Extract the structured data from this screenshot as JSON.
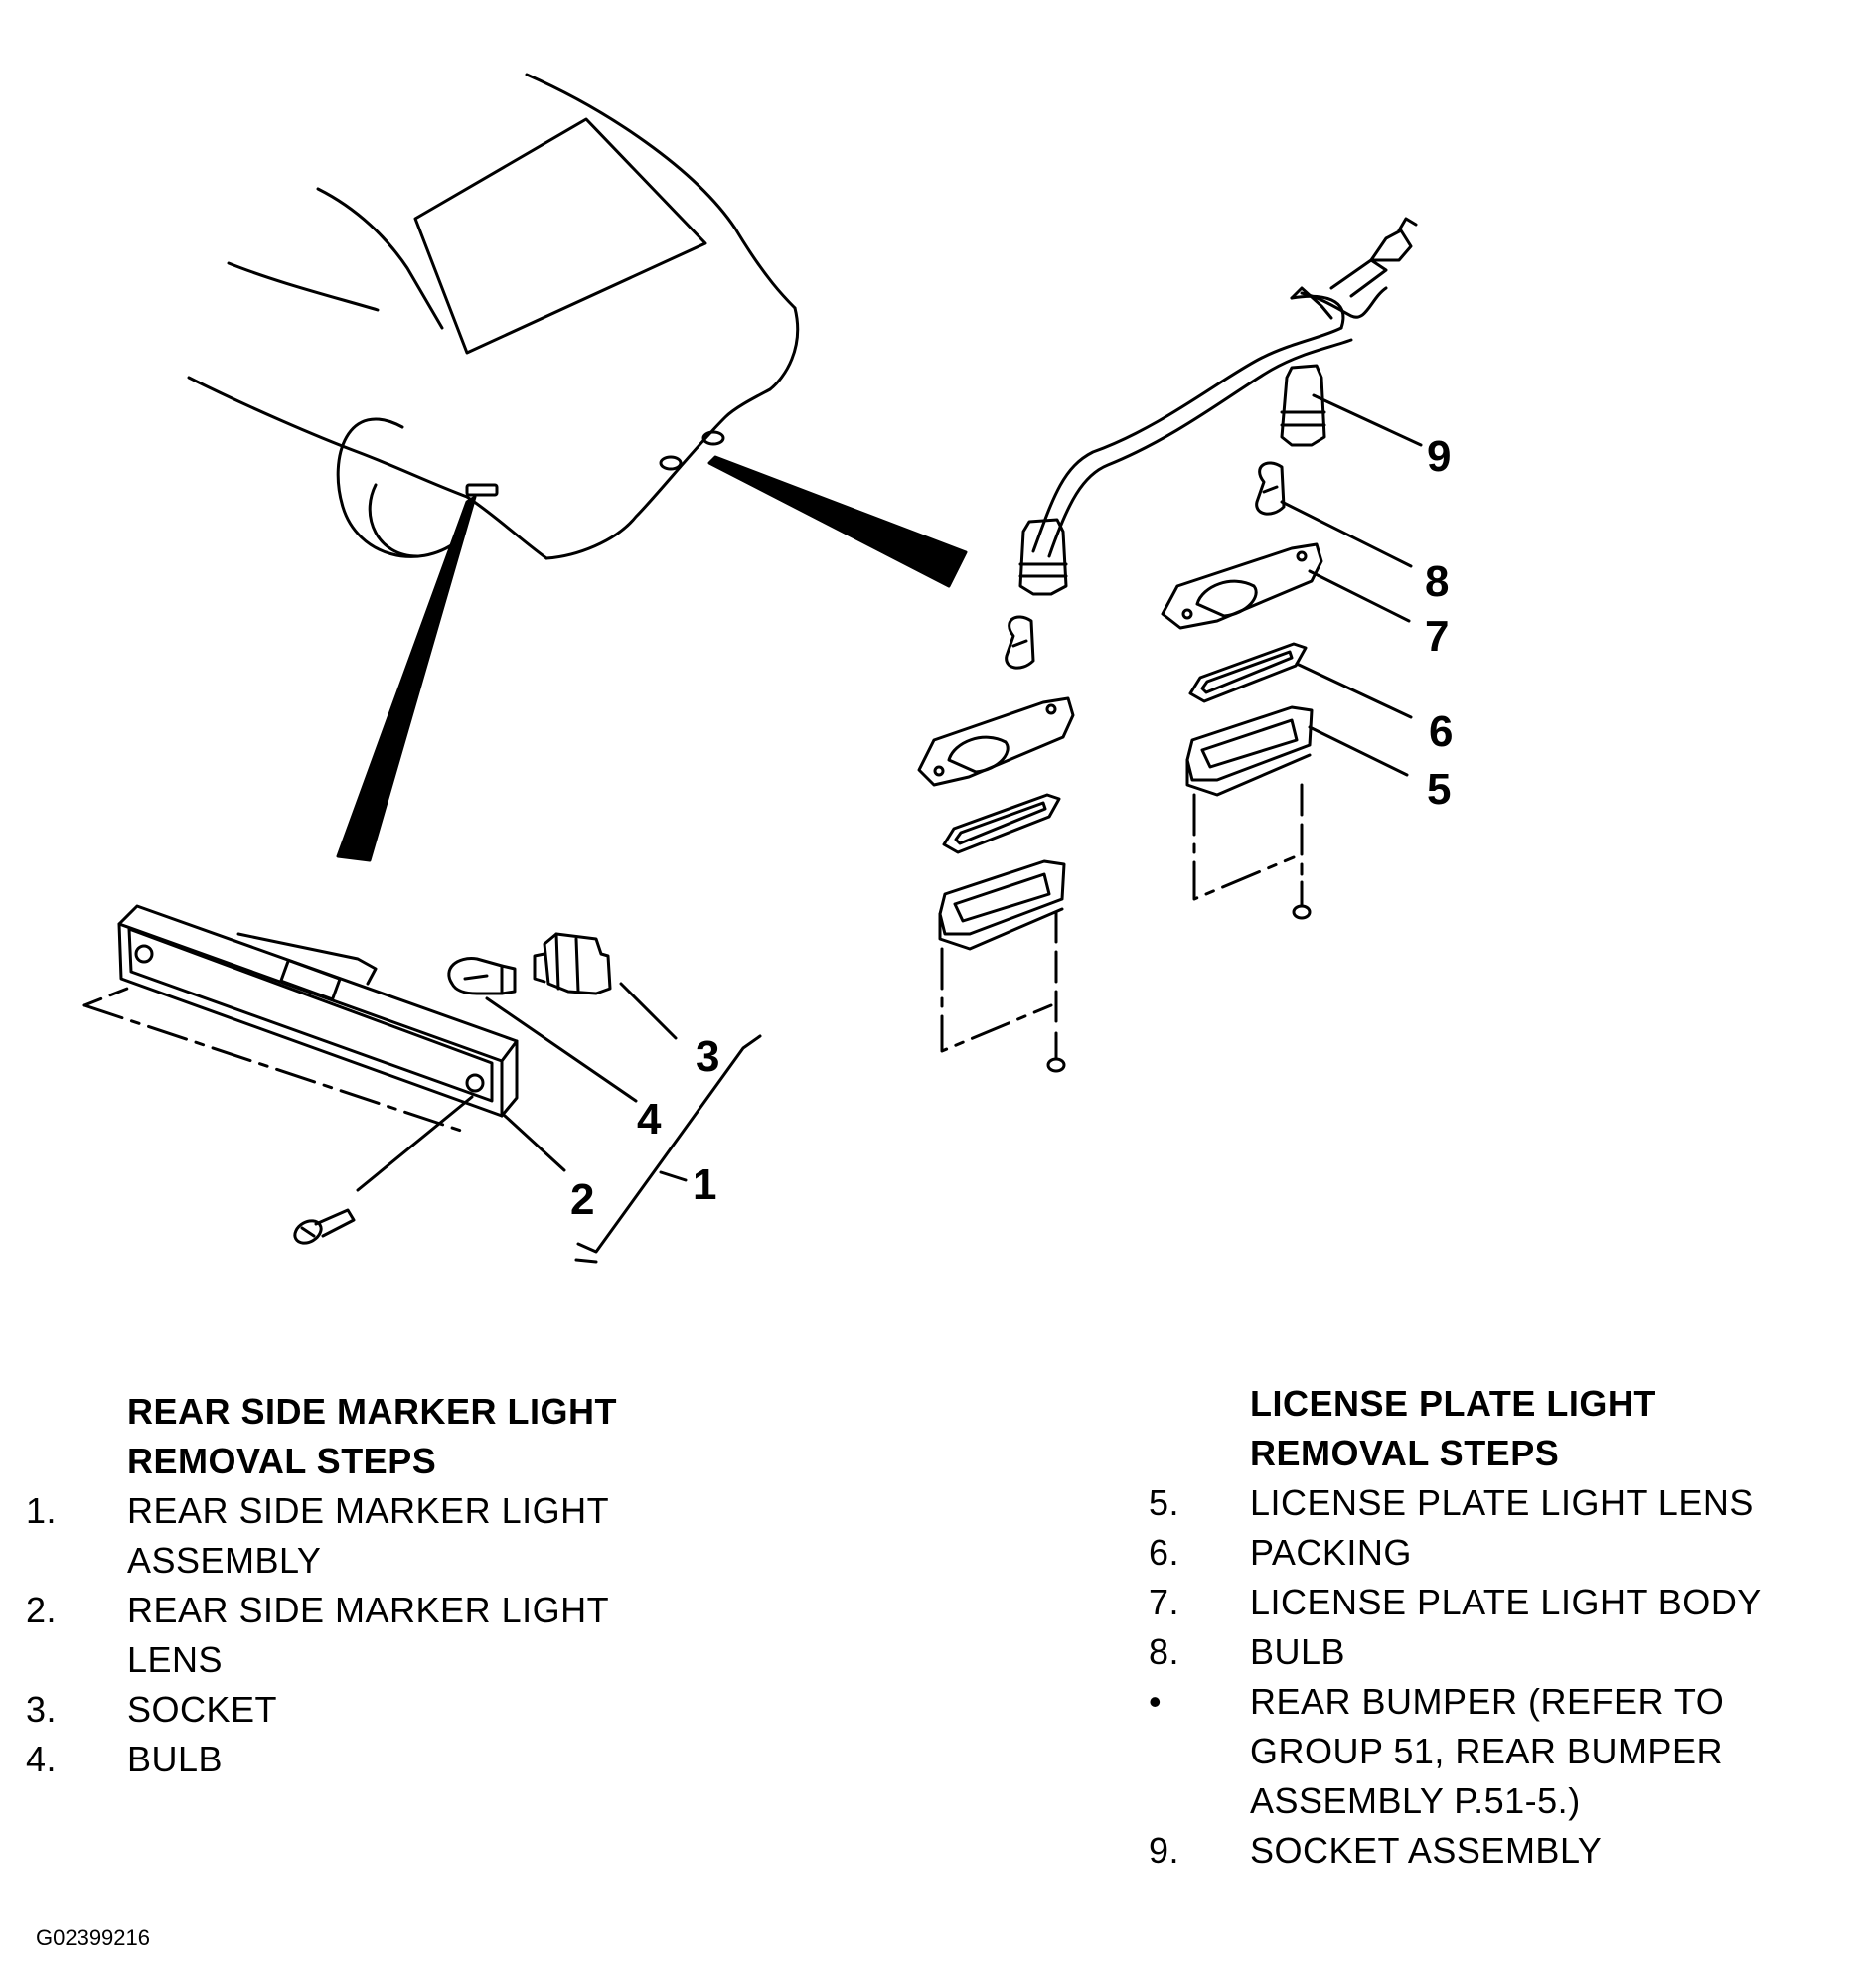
{
  "callouts": {
    "c1": "1",
    "c2": "2",
    "c3": "3",
    "c4": "4",
    "c5": "5",
    "c6": "6",
    "c7": "7",
    "c8": "8",
    "c9": "9"
  },
  "rear_side_marker": {
    "heading_line1": "REAR SIDE MARKER LIGHT",
    "heading_line2": "REMOVAL STEPS",
    "steps": [
      {
        "num": "1.",
        "text_line1": "REAR SIDE MARKER LIGHT",
        "text_line2": "ASSEMBLY"
      },
      {
        "num": "2.",
        "text_line1": "REAR SIDE MARKER LIGHT",
        "text_line2": "LENS"
      },
      {
        "num": "3.",
        "text_line1": "SOCKET"
      },
      {
        "num": "4.",
        "text_line1": "BULB"
      }
    ]
  },
  "license_plate": {
    "heading_line1": "LICENSE PLATE LIGHT",
    "heading_line2": "REMOVAL STEPS",
    "steps": [
      {
        "num": "5.",
        "text_line1": "LICENSE PLATE LIGHT LENS"
      },
      {
        "num": "6.",
        "text_line1": "PACKING"
      },
      {
        "num": "7.",
        "text_line1": "LICENSE PLATE LIGHT BODY"
      },
      {
        "num": "8.",
        "text_line1": "BULB"
      },
      {
        "num": "•",
        "text_line1": "REAR BUMPER (REFER TO",
        "text_line2": "GROUP 51, REAR BUMPER",
        "text_line3": "ASSEMBLY P.51-5.)"
      },
      {
        "num": "9.",
        "text_line1": "SOCKET ASSEMBLY"
      }
    ]
  },
  "figure_code": "G02399216"
}
